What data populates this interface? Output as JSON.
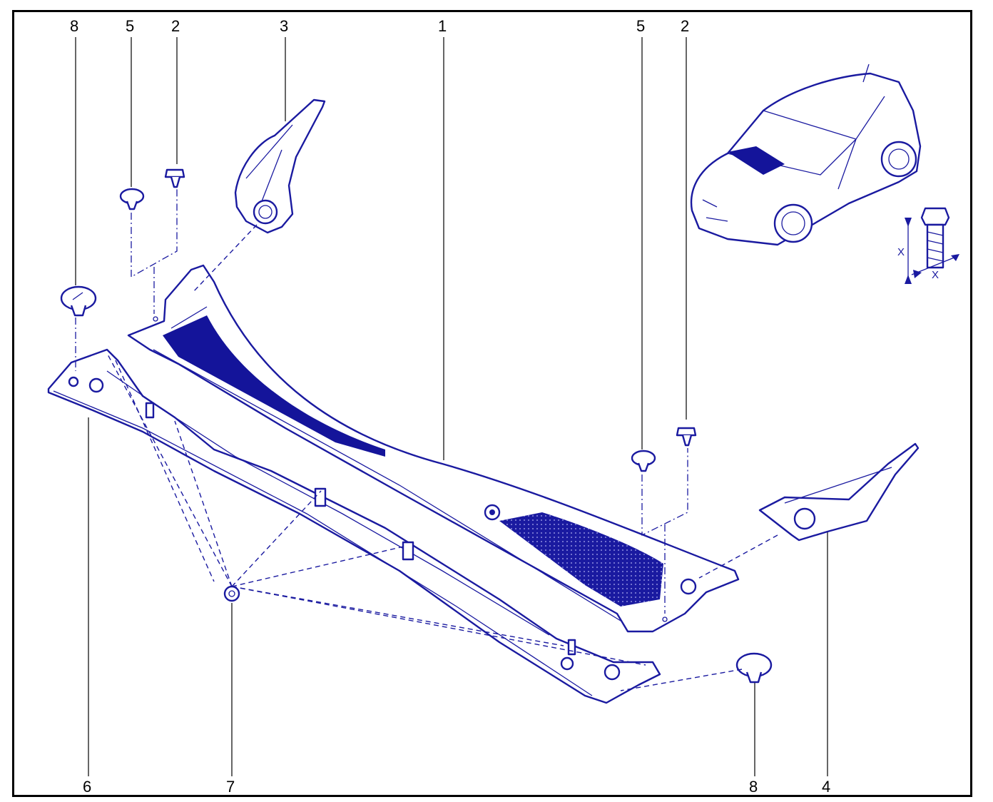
{
  "callouts": {
    "top": [
      "8",
      "5",
      "2",
      "3",
      "1",
      "5",
      "2"
    ],
    "bottom": [
      "6",
      "7",
      "8",
      "4"
    ]
  },
  "torque_symbol": {
    "x_left": "X",
    "x_bottom": "X"
  },
  "colors": {
    "line": "#1a1aa0",
    "fill": "#14149a",
    "frame": "#000000"
  },
  "icons": [
    "car-overview-icon",
    "bolt-torque-icon"
  ]
}
